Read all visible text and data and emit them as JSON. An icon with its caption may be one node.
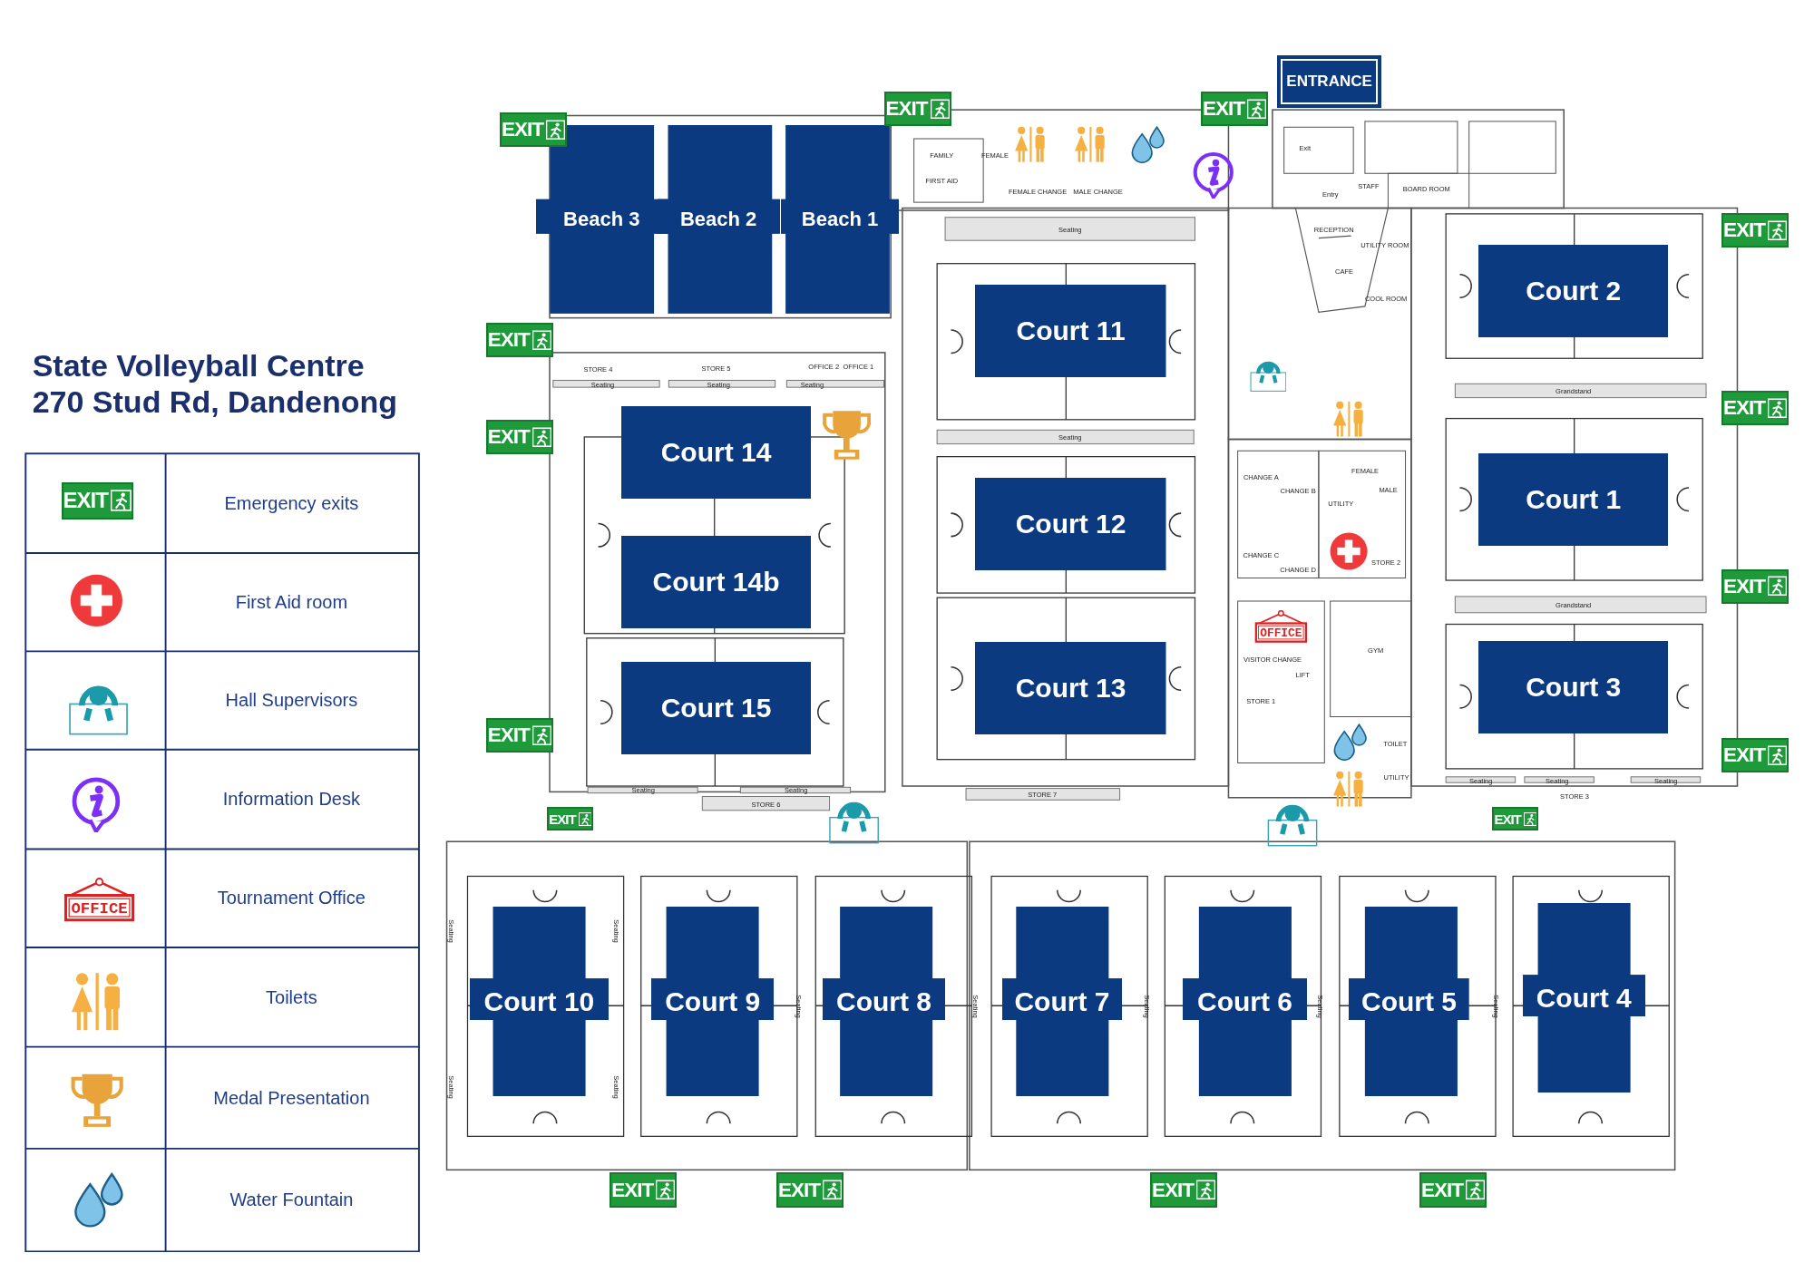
{
  "diagram": {
    "title": "State Volleyball Centre 270 Stud Rd, Dandenong",
    "nodes": [
      {
        "text": [
          "ENTRANCE"
        ]
      },
      {
        "text": [
          "Beach 3"
        ]
      },
      {
        "text": [
          "Beach 2"
        ]
      },
      {
        "text": [
          "Beach 1"
        ]
      },
      {
        "text": [
          "Court 2"
        ]
      },
      {
        "text": [
          "Court 11"
        ]
      },
      {
        "text": [
          "Court 14"
        ]
      },
      {
        "text": [
          "Court 1"
        ]
      },
      {
        "text": [
          "Court 12"
        ]
      },
      {
        "text": [
          "Court 14b"
        ]
      },
      {
        "text": [
          "Court 3"
        ]
      },
      {
        "text": [
          "Court 13"
        ]
      },
      {
        "text": [
          "Court 15"
        ]
      },
      {
        "text": [
          "Court 10"
        ]
      },
      {
        "text": [
          "Court 9"
        ]
      },
      {
        "text": [
          "Court 8"
        ]
      },
      {
        "text": [
          "Court 7"
        ]
      },
      {
        "text": [
          "Court 6"
        ]
      },
      {
        "text": [
          "Court 5"
        ]
      },
      {
        "text": [
          "Court 4"
        ]
      }
    ],
    "labels": [
      "EXIT",
      "EXIT",
      "EXIT",
      "EXIT",
      "EXIT",
      "EXIT",
      "EXIT",
      "EXIT",
      "EXIT",
      "EXIT",
      "EXIT",
      "EXIT",
      "EXIT",
      "EXIT",
      "EXIT",
      "EXIT",
      "FAMILY",
      "FIRST AID",
      "FEMALE",
      "FEMALE CHANGE",
      "MALE CHANGE",
      "Exit",
      "Entry",
      "STAFF",
      "BOARD ROOM",
      "Seating",
      "RECEPTION",
      "UTILITY ROOM",
      "CAFE",
      "COOL ROOM",
      "STORE 4",
      "STORE 5",
      "OFFICE 2",
      "OFFICE 1",
      "Seating",
      "Seating",
      "Seating",
      "Grandstand",
      "Seating",
      "FEMALE",
      "CHANGE A",
      "CHANGE B",
      "MALE",
      "UTILITY",
      "STORE 2",
      "CHANGE C",
      "CHANGE D",
      "Grandstand",
      "GYM",
      "VISITOR CHANGE",
      "LIFT",
      "STORE 1",
      "TOILET",
      "UTILITY",
      "Seating",
      "Seating",
      "Seating",
      "Seating",
      "Seating",
      "STORE 3",
      "STORE 7",
      "STORE 6",
      "Seating",
      "Seating",
      "Seating",
      "Seating",
      "Seating",
      "Seating",
      "Seating",
      "Seating",
      "Seating",
      "OFFICE",
      "EXIT",
      "OFFICE"
    ],
    "legend": [
      {
        "text": "Emergency exits"
      },
      {
        "text": "First Aid room"
      },
      {
        "text": "Hall Supervisors"
      },
      {
        "text": "Information Desk"
      },
      {
        "text": "Tournament Office"
      },
      {
        "text": "Toilets"
      },
      {
        "text": "Medal Presentation"
      },
      {
        "text": "Water Fountain"
      }
    ]
  }
}
